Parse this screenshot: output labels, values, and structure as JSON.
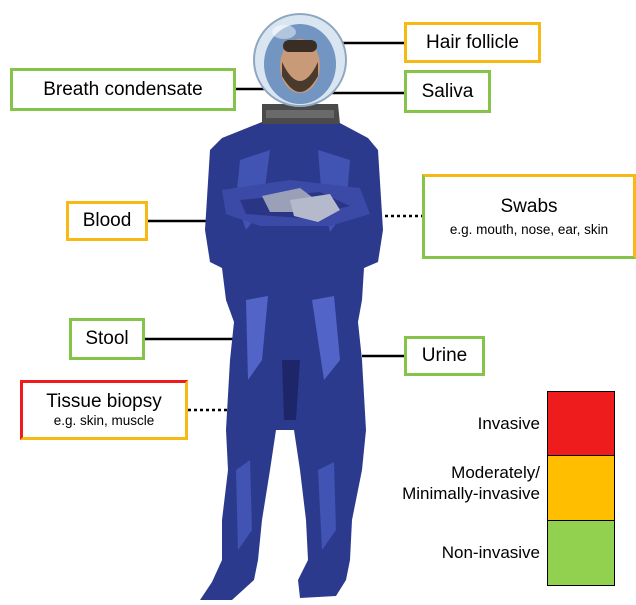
{
  "labels": {
    "hair_follicle": "Hair follicle",
    "breath_condensate": "Breath condensate",
    "saliva": "Saliva",
    "blood": "Blood",
    "swabs": {
      "title": "Swabs",
      "subtitle": "e.g. mouth, nose, ear, skin"
    },
    "stool": "Stool",
    "urine": "Urine",
    "tissue_biopsy": {
      "title": "Tissue biopsy",
      "subtitle": "e.g. skin, muscle"
    }
  },
  "legend": {
    "invasive": "Invasive",
    "moderately_line1": "Moderately/",
    "moderately_line2": "Minimally-invasive",
    "non_invasive": "Non-invasive"
  },
  "colors": {
    "invasive": "#ee1c1c",
    "moderate": "#ffbf00",
    "non_invasive": "#92d050",
    "suit": "#2e3a8f"
  }
}
